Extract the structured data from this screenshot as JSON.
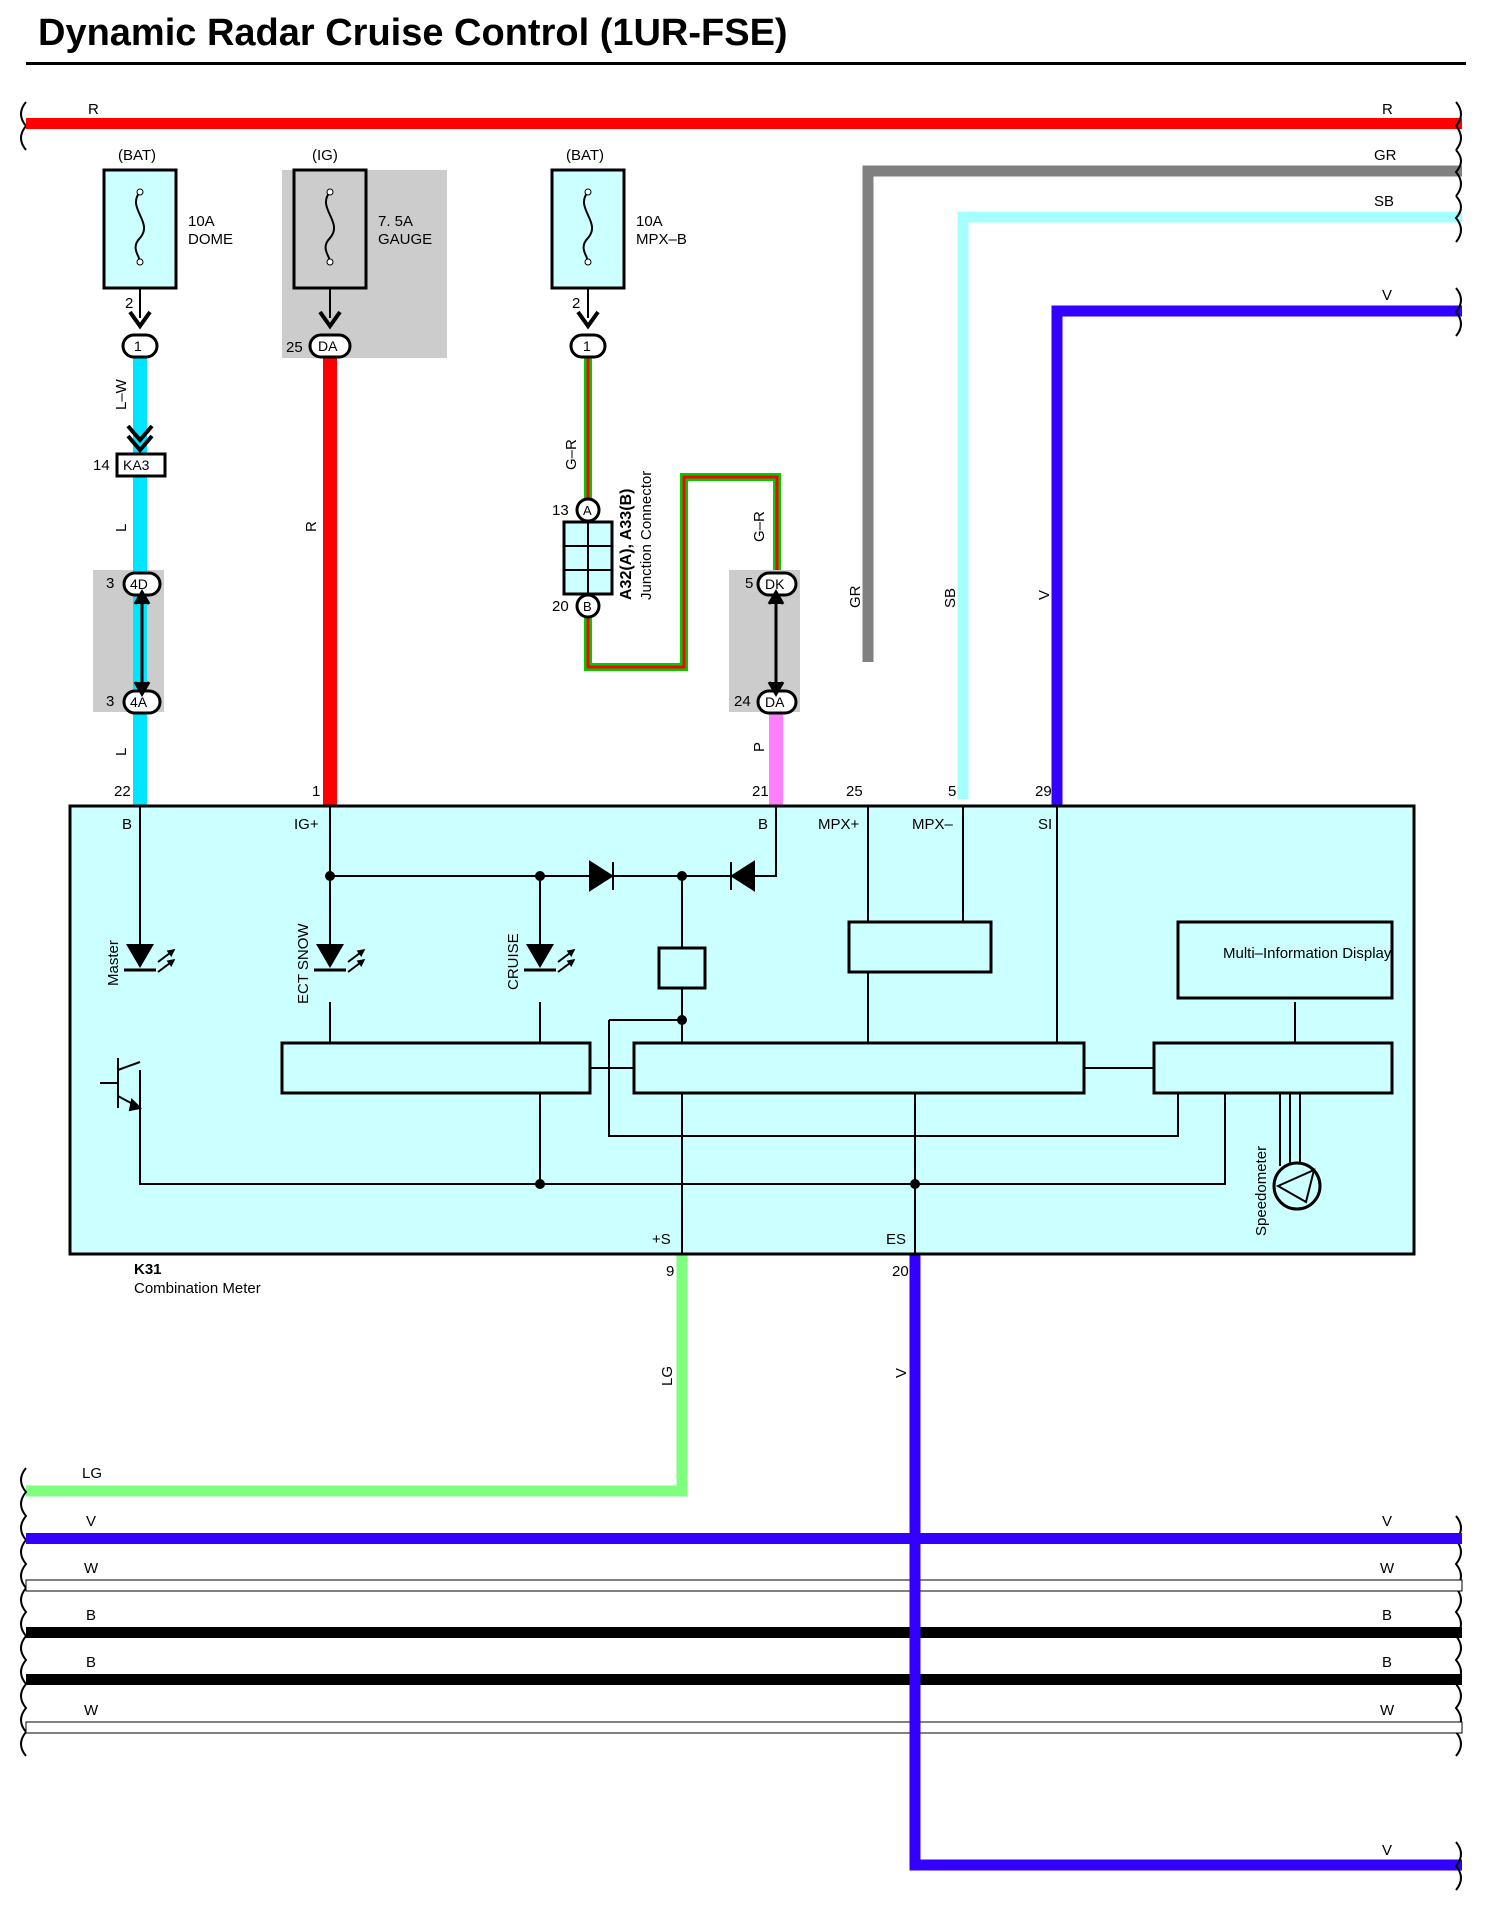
{
  "title": "Dynamic Radar Cruise Control (1UR-FSE)",
  "colors": {
    "R": "#ff0000",
    "GR": "#808080",
    "SB": "#a6ffff",
    "V": "#3300ff",
    "L": "#00e5ff",
    "LG": "#7fff7f",
    "P": "#ff80ff",
    "G": "#00cc00",
    "B": "#000000",
    "W": "#ffffff",
    "meter_fill": "#ccffff",
    "fuse_fill": "#ccffff",
    "shade": "#cccccc"
  },
  "buses": {
    "top": [
      {
        "code": "R",
        "color_key": "R"
      },
      {
        "code": "GR",
        "color_key": "GR"
      },
      {
        "code": "SB",
        "color_key": "SB"
      },
      {
        "code": "V",
        "color_key": "V"
      }
    ],
    "bottom": [
      {
        "code": "LG",
        "color_key": "LG"
      },
      {
        "code": "V",
        "color_key": "V"
      },
      {
        "code": "W",
        "color_key": "W"
      },
      {
        "code": "B",
        "color_key": "B"
      },
      {
        "code": "B",
        "color_key": "B"
      },
      {
        "code": "W",
        "color_key": "W"
      },
      {
        "code": "V",
        "color_key": "V"
      }
    ]
  },
  "fuses": [
    {
      "source": "(BAT)",
      "rating": "10A",
      "name": "DOME"
    },
    {
      "source": "(IG)",
      "rating": "7. 5A",
      "name": "GAUGE"
    },
    {
      "source": "(BAT)",
      "rating": "10A",
      "name": "MPX–B"
    }
  ],
  "connectors": [
    {
      "pin": "2",
      "code": "1"
    },
    {
      "pin": "25",
      "code": "DA"
    },
    {
      "pin": "2",
      "code": "1"
    },
    {
      "pin": "14",
      "code": "KA3"
    },
    {
      "pin": "3",
      "code": "4D"
    },
    {
      "pin": "3",
      "code": "4A"
    },
    {
      "pin": "13",
      "code": "A"
    },
    {
      "pin": "20",
      "code": "B"
    },
    {
      "pin": "5",
      "code": "DK"
    },
    {
      "pin": "24",
      "code": "DA"
    }
  ],
  "wire_labels": [
    "L–W",
    "L",
    "L",
    "R",
    "G–R",
    "G–R",
    "P",
    "GR",
    "SB",
    "V",
    "LG",
    "V"
  ],
  "junction_connector": {
    "ids": "A32(A), A33(B)",
    "name": "Junction Connector"
  },
  "meter": {
    "id": "K31",
    "name": "Combination Meter",
    "top_pins": [
      {
        "num": "22",
        "name": "B"
      },
      {
        "num": "1",
        "name": "IG+"
      },
      {
        "num": "21",
        "name": "B"
      },
      {
        "num": "25",
        "name": "MPX+"
      },
      {
        "num": "5",
        "name": "MPX–"
      },
      {
        "num": "29",
        "name": "SI"
      }
    ],
    "bottom_pins": [
      {
        "num": "9",
        "name": "+S"
      },
      {
        "num": "20",
        "name": "ES"
      }
    ],
    "indicators": [
      "Master",
      "ECT SNOW",
      "CRUISE"
    ],
    "mid_display": "Multi–Information Display",
    "gauge": "Speedometer"
  }
}
